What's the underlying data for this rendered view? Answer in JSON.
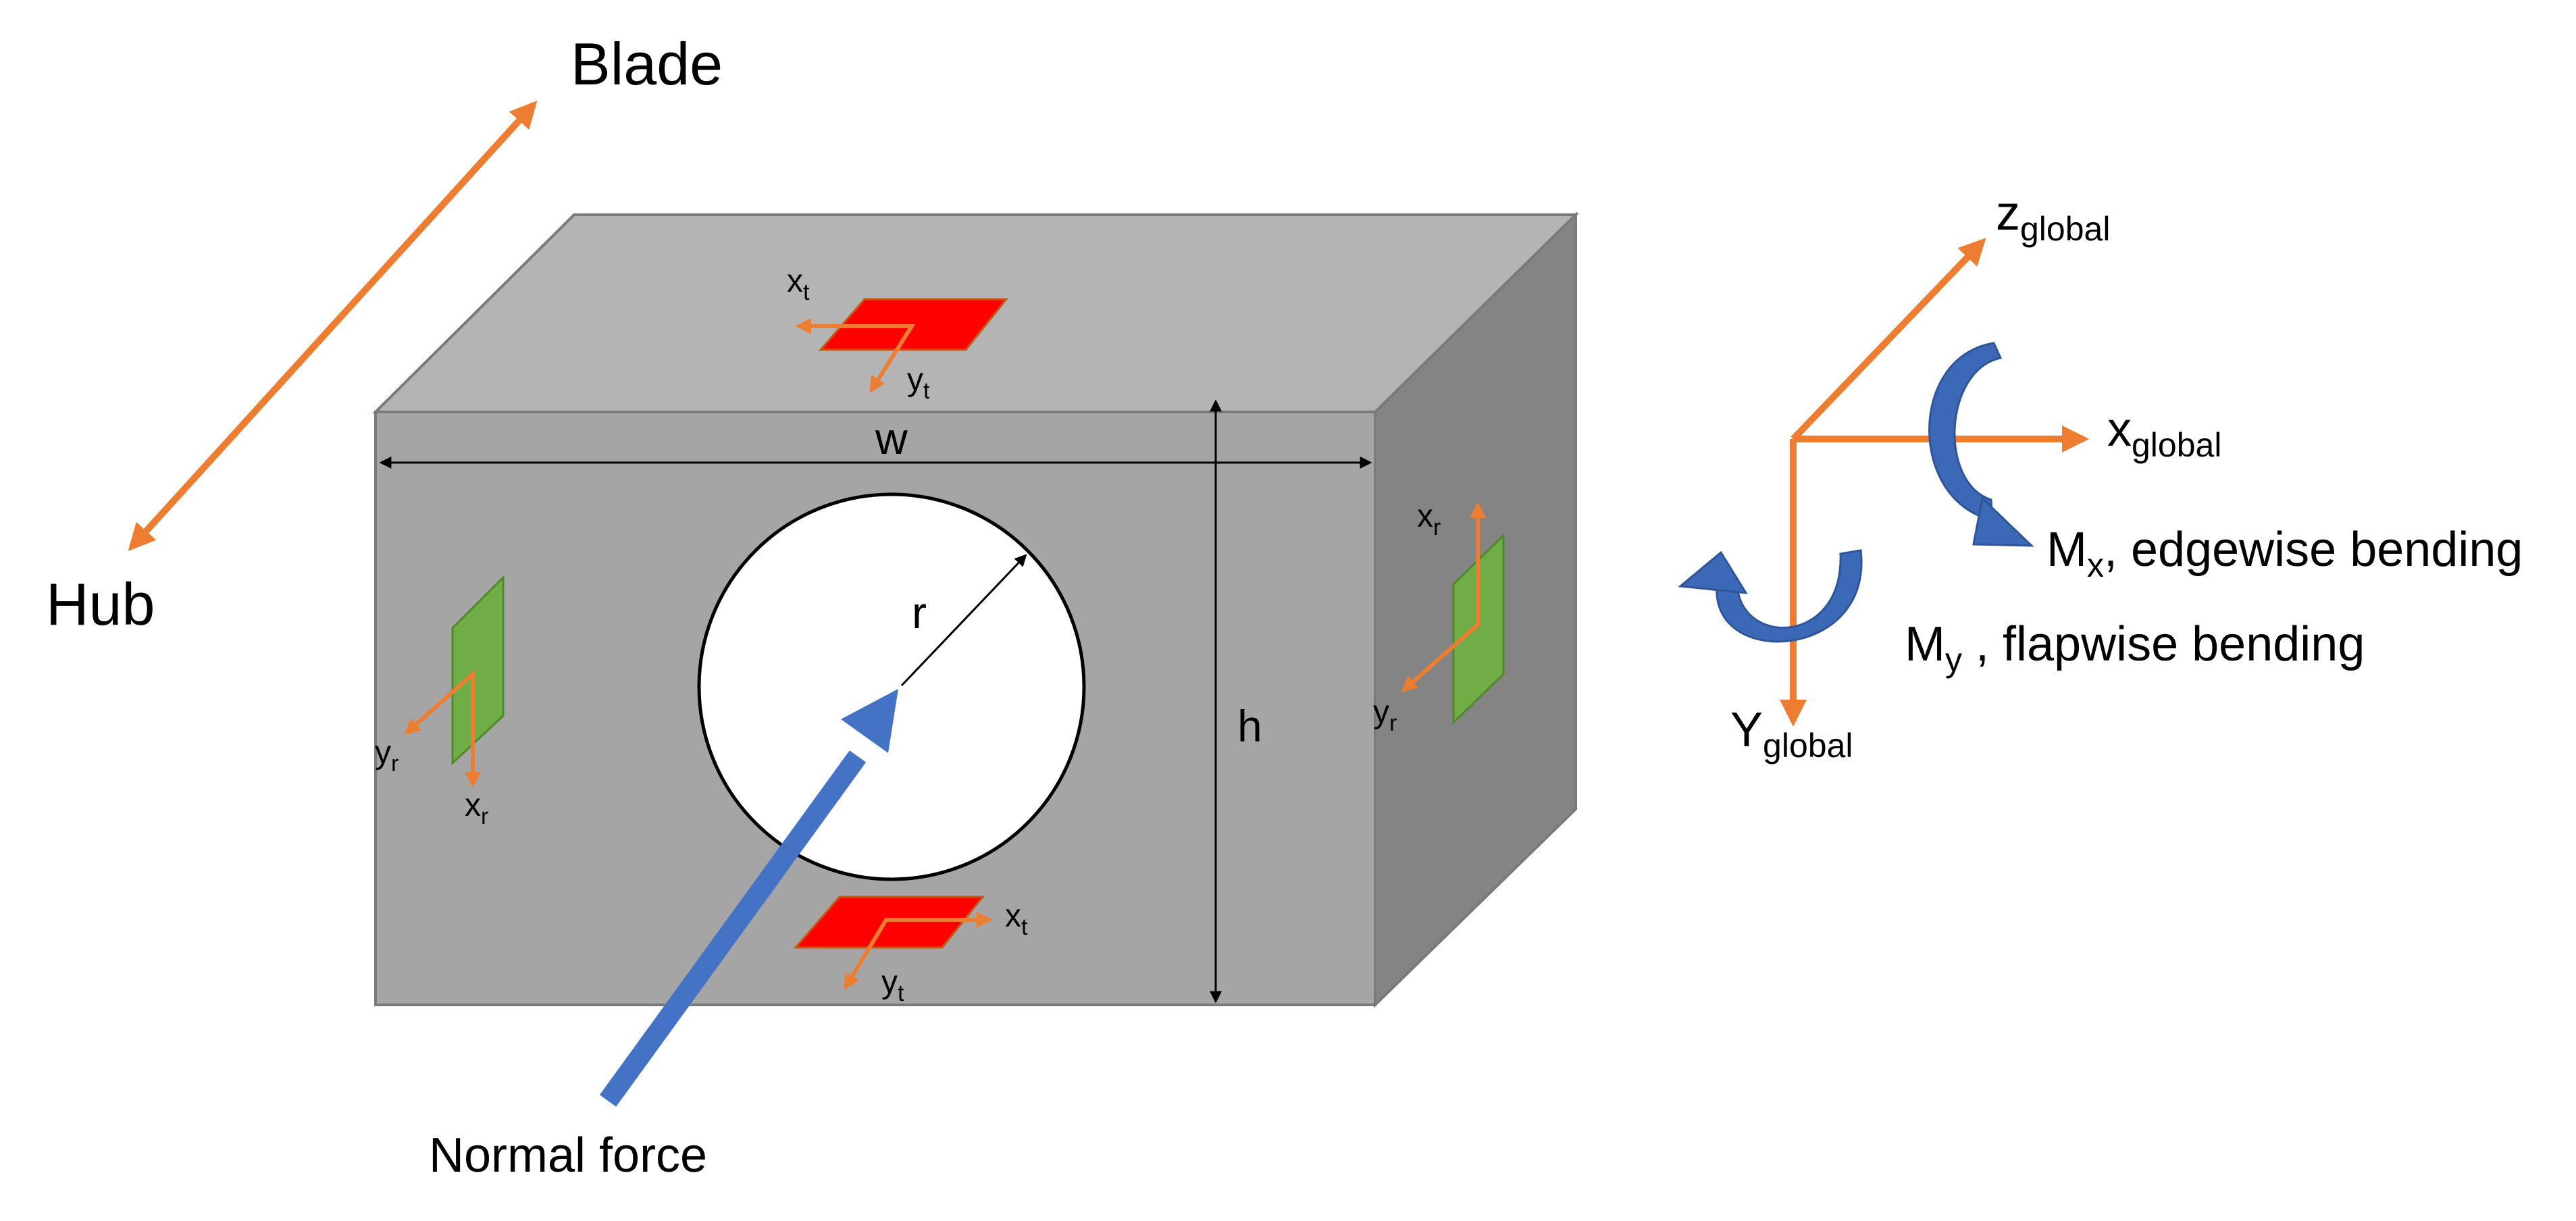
{
  "labels": {
    "blade": "Blade",
    "hub": "Hub",
    "w": "w",
    "h": "h",
    "r": "r",
    "normal_force": "Normal force",
    "x": "x",
    "y": "y",
    "z": "z",
    "Y": "Y",
    "sub_t": "t",
    "sub_r": "r",
    "sub_global": "global",
    "M": "M",
    "mx_sub": "x",
    "mx_text": ", edgewise bending",
    "my_sub": "y",
    "my_text": " , flapwise bending"
  },
  "colors": {
    "box_front": "#a5a5a5",
    "box_top": "#b4b4b4",
    "box_side": "#848484",
    "box_edge": "#7a7a7a",
    "axis_orange": "#ed7d31",
    "force_blue": "#4472c4",
    "moment_blue": "#3c68b8",
    "gauge_red": "#ff0000",
    "gauge_green": "#70ad47"
  }
}
